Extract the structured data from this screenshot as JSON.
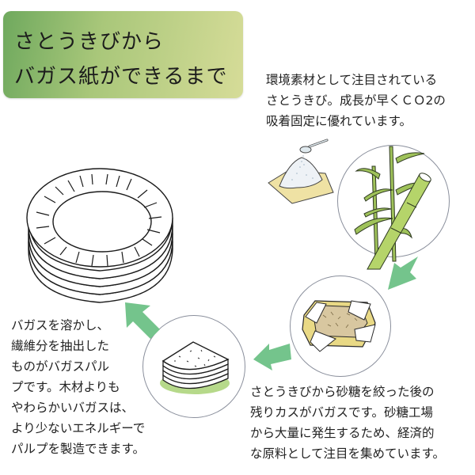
{
  "title": {
    "line1": "さとうきびから",
    "line2": "バガス紙ができるまで",
    "gradient_colors": [
      "#6fa95e",
      "#a9c77a",
      "#d6dc98"
    ]
  },
  "intro_text": {
    "line1": "環境素材として注目されている",
    "line2": "さとうきび。成長が早くＣＯ2の",
    "line3": "吸着固定に優れています。"
  },
  "bagasse_text": {
    "line1": "さとうきびから砂糖を絞った後の",
    "line2": "残りカスがバガスです。砂糖工場",
    "line3": "から大量に発生するため、経済的",
    "line4": "な原料として注目を集めています。"
  },
  "pulp_text": {
    "line1": "バガスを溶かし、",
    "line2": "繊維分を抽出した",
    "line3": "ものがバガスパル",
    "line4": "プです。木材よりも",
    "line5": "やわらかいバガスは、",
    "line6": "より少ないエネルギーで",
    "line7": "パルプを製造できます。"
  },
  "illustrations": {
    "sugar": "sugar-pile-with-spoon",
    "sugarcane": "sugarcane-plant",
    "bagasse": "bagasse-in-basket",
    "pulp": "pulp-sheet-stack",
    "plates": "paper-plate-stack"
  },
  "colors": {
    "arrow": "#74c48c",
    "circle_border": "#8a8f9c",
    "cane_green": "#b5d46a",
    "basket_yellow": "#e9d985",
    "sugar_mat": "#efe2a4",
    "pulp_base": "#b6d98a"
  }
}
